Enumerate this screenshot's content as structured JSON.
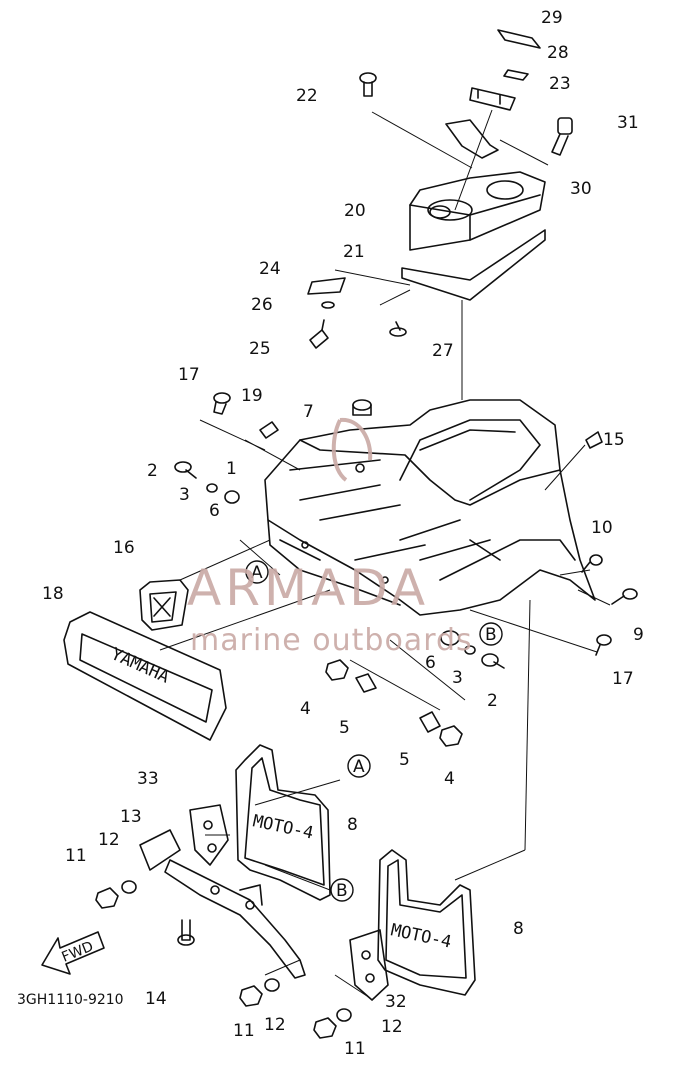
{
  "diagram": {
    "callouts": [
      "1",
      "2",
      "3",
      "4",
      "5",
      "6",
      "7",
      "8",
      "9",
      "10",
      "11",
      "12",
      "13",
      "14",
      "15",
      "16",
      "17",
      "18",
      "19",
      "20",
      "21",
      "22",
      "23",
      "24",
      "25",
      "26",
      "27",
      "28",
      "29",
      "30",
      "31",
      "32",
      "33"
    ],
    "ref_a": "A",
    "ref_b": "B",
    "fwd_label": "FWD",
    "drawing_code": "3GH1110-9210",
    "mudflap_text": "MOTO-4",
    "emblem_text": "YAMAHA"
  },
  "watermark": {
    "brand": "ARMADA",
    "tagline": "marine outboards",
    "color": "#c9a9a5"
  }
}
